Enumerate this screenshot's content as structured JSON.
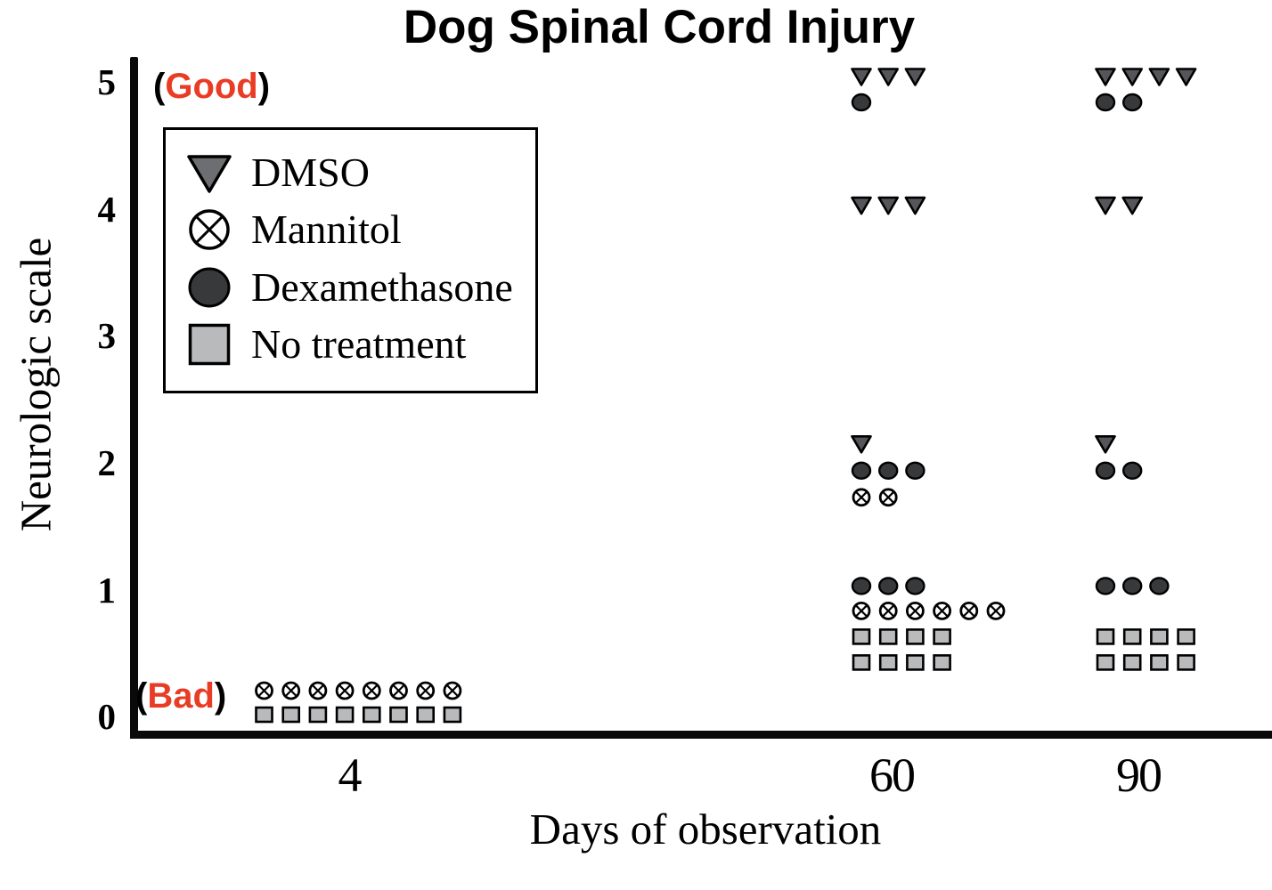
{
  "colors": {
    "red_accent": "#e93c25",
    "axis_black": "#0a0a0a",
    "dmso_fill": "#55565a",
    "dmso_legend_fill": "#6d6e71",
    "mannitol_fill": "#ffffff",
    "dexamethasone_fill": "#38393b",
    "no_treatment_fill": "#b9babc",
    "marker_stroke": "#000000"
  },
  "annotations": {
    "good": {
      "open": "(",
      "text": "Good",
      "close": ")"
    },
    "bad": {
      "open": "(",
      "text": "Bad",
      "close": ")"
    }
  },
  "chart_data": {
    "type": "scatter",
    "title": "Dog Spinal Cord Injury",
    "xlabel": "Days of observation",
    "ylabel": "Neurologic scale",
    "x_categories": [
      "4",
      "60",
      "90"
    ],
    "y_tick_labels": [
      "5",
      "4",
      "3",
      "2",
      "1",
      "0"
    ],
    "ylim": [
      0,
      5
    ],
    "grid": false,
    "legend_position": "upper-left",
    "series": [
      {
        "name": "DMSO",
        "marker": "triangle-down",
        "fill_key": "dmso_fill",
        "points": [
          {
            "day": "60",
            "scale": 5,
            "count": 3
          },
          {
            "day": "60",
            "scale": 4,
            "count": 3
          },
          {
            "day": "60",
            "scale": 2,
            "count": 1
          },
          {
            "day": "90",
            "scale": 5,
            "count": 4
          },
          {
            "day": "90",
            "scale": 4,
            "count": 2
          },
          {
            "day": "90",
            "scale": 2,
            "count": 1
          }
        ]
      },
      {
        "name": "Mannitol",
        "marker": "circle-x",
        "fill_key": "mannitol_fill",
        "points": [
          {
            "day": "4",
            "scale": 0,
            "count": 8
          },
          {
            "day": "60",
            "scale": 2,
            "count": 2
          },
          {
            "day": "60",
            "scale": 1,
            "count": 6
          }
        ]
      },
      {
        "name": "Dexamethasone",
        "marker": "circle-filled",
        "fill_key": "dexamethasone_fill",
        "points": [
          {
            "day": "60",
            "scale": 5,
            "count": 1
          },
          {
            "day": "60",
            "scale": 2,
            "count": 3
          },
          {
            "day": "60",
            "scale": 1,
            "count": 3
          },
          {
            "day": "90",
            "scale": 5,
            "count": 2
          },
          {
            "day": "90",
            "scale": 2,
            "count": 2
          },
          {
            "day": "90",
            "scale": 1,
            "count": 3
          }
        ]
      },
      {
        "name": "No treatment",
        "marker": "square",
        "fill_key": "no_treatment_fill",
        "points": [
          {
            "day": "4",
            "scale": 0,
            "count": 8
          },
          {
            "day": "60",
            "scale": 1,
            "count": 8
          },
          {
            "day": "90",
            "scale": 1,
            "count": 8
          }
        ]
      }
    ]
  }
}
